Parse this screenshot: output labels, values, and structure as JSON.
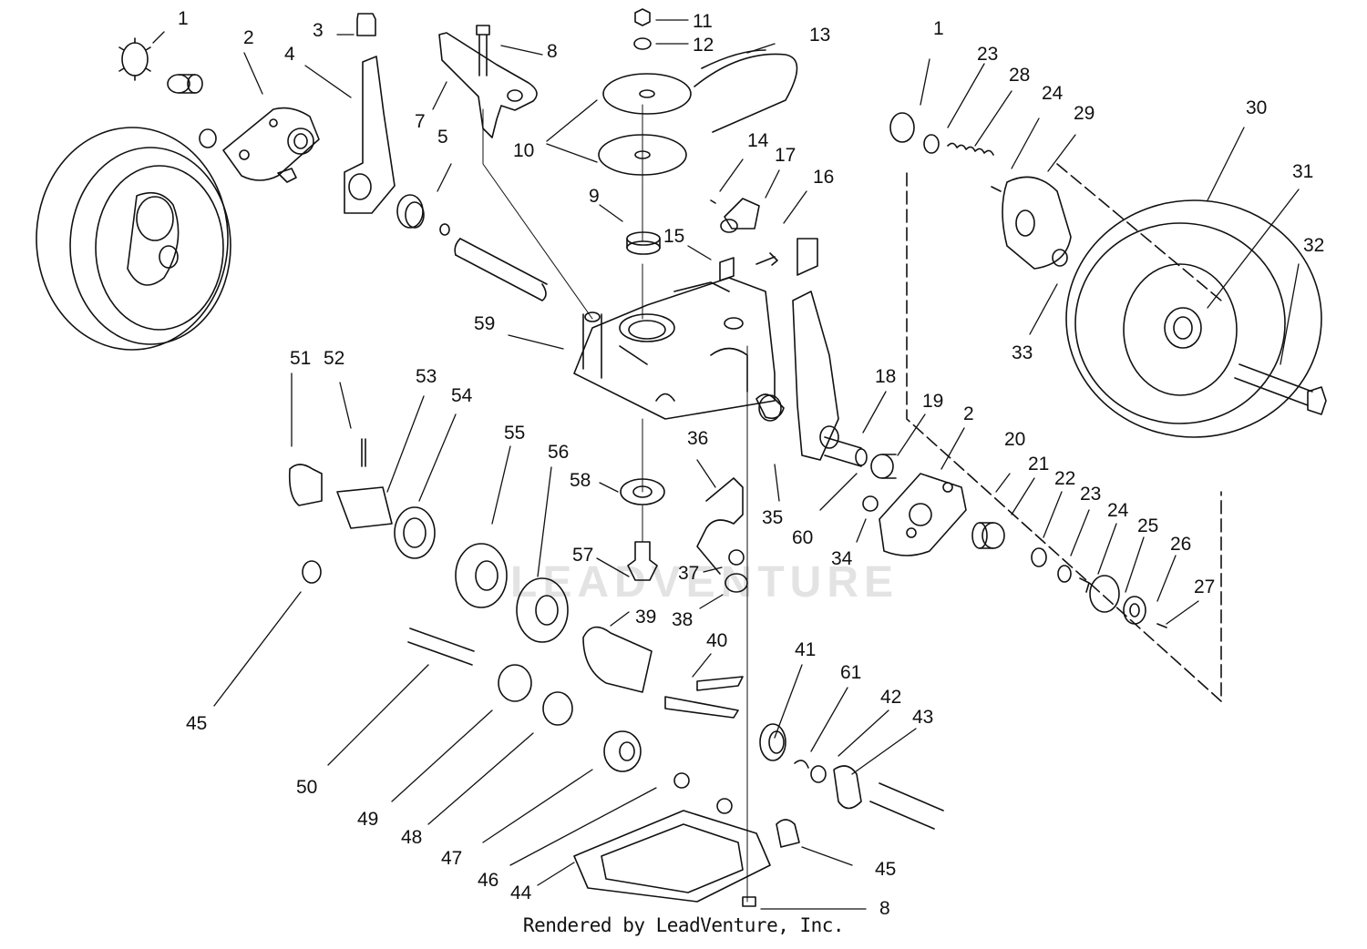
{
  "diagram": {
    "credit": "Rendered by LeadVenture, Inc.",
    "watermark": "LEADVENTURE",
    "callouts": [
      "1",
      "2",
      "3",
      "4",
      "5",
      "7",
      "8",
      "11",
      "12",
      "13",
      "10",
      "9",
      "14",
      "17",
      "16",
      "15",
      "59",
      "1",
      "23",
      "28",
      "24",
      "29",
      "30",
      "31",
      "32",
      "33",
      "51",
      "52",
      "53",
      "54",
      "55",
      "56",
      "36",
      "58",
      "57",
      "37",
      "38",
      "39",
      "18",
      "19",
      "2",
      "20",
      "21",
      "22",
      "23",
      "24",
      "25",
      "26",
      "27",
      "35",
      "60",
      "34",
      "40",
      "41",
      "61",
      "42",
      "43",
      "45",
      "50",
      "49",
      "48",
      "47",
      "46",
      "44",
      "45",
      "8"
    ]
  }
}
